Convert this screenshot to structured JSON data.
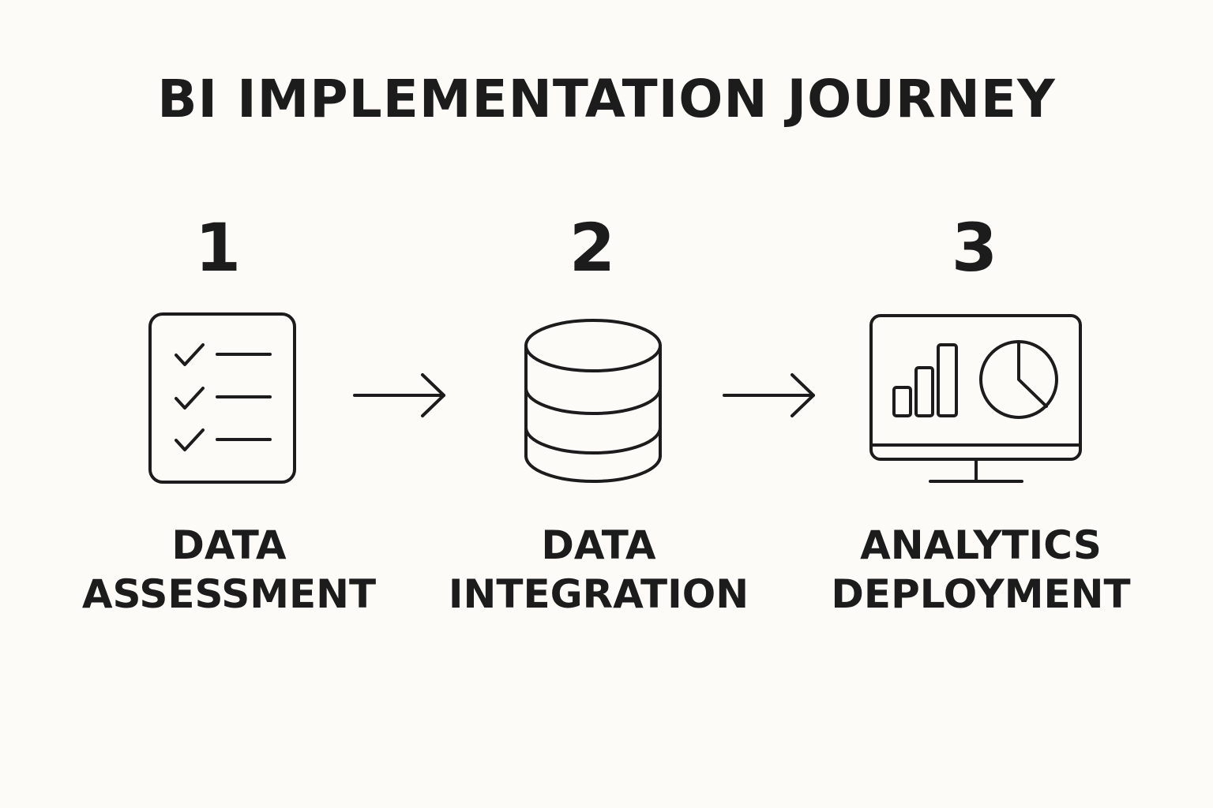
{
  "title": "BI IMPLEMENTATION JOURNEY",
  "steps": [
    {
      "number": "1",
      "label_line1": "DATA",
      "label_line2": "ASSESSMENT",
      "icon": "checklist-icon"
    },
    {
      "number": "2",
      "label_line1": "DATA",
      "label_line2": "INTEGRATION",
      "icon": "database-icon"
    },
    {
      "number": "3",
      "label_line1": "ANALYTICS",
      "label_line2": "DEPLOYMENT",
      "icon": "analytics-monitor-icon"
    }
  ],
  "connector_icon": "arrow-right-icon",
  "colors": {
    "background": "#fcfbf7",
    "ink": "#1c1c1c"
  }
}
